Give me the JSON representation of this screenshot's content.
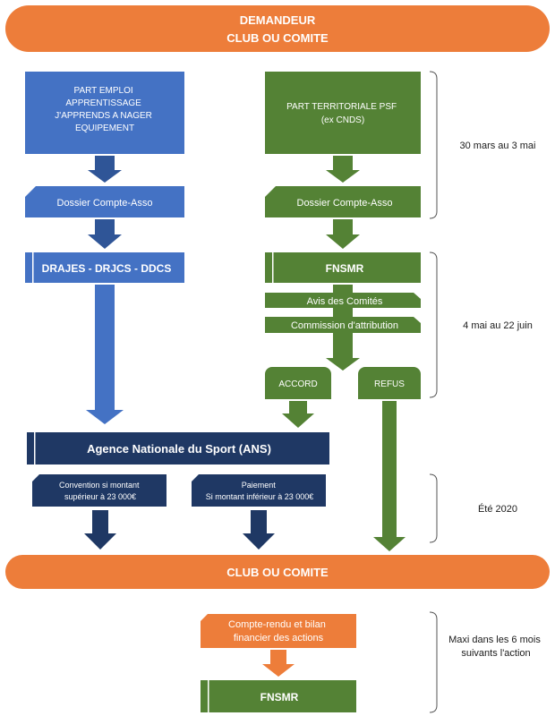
{
  "colors": {
    "orange": "#ED7D3A",
    "blue": "#4472C4",
    "green": "#548235",
    "navy": "#1F3864",
    "bracket": "#555555"
  },
  "header": {
    "line1": "DEMANDEUR",
    "line2": "CLUB OU COMITE"
  },
  "blue_branch": {
    "box_lines": [
      "PART EMPLOI",
      "APPRENTISSAGE",
      "J'APPRENDS A NAGER",
      "EQUIPEMENT"
    ],
    "dossier": "Dossier Compte-Asso",
    "agency": "DRAJES - DRJCS - DDCS"
  },
  "green_branch": {
    "box_lines": [
      "PART TERRITORIALE PSF",
      "(ex CNDS)"
    ],
    "dossier": "Dossier Compte-Asso",
    "fnsmr": "FNSMR",
    "avis": "Avis des Comités",
    "commission": "Commission d'attribution",
    "accord": "ACCORD",
    "refus": "REFUS"
  },
  "ans": {
    "title": "Agence Nationale du Sport (ANS)",
    "convention_lines": [
      "Convention si montant",
      "supérieur à 23 000€"
    ],
    "paiement_lines": [
      "Paiement",
      "Si montant inférieur à 23 000€"
    ]
  },
  "result": "CLUB OU COMITE",
  "report_lines": [
    "Compte-rendu et bilan",
    "financier des actions"
  ],
  "final": "FNSMR",
  "timeline": {
    "phase1": "30 mars au 3 mai",
    "phase2": "4 mai au 22 juin",
    "phase3": "Été 2020",
    "phase4_lines": [
      "Maxi dans les 6 mois",
      "suivants l'action"
    ]
  }
}
